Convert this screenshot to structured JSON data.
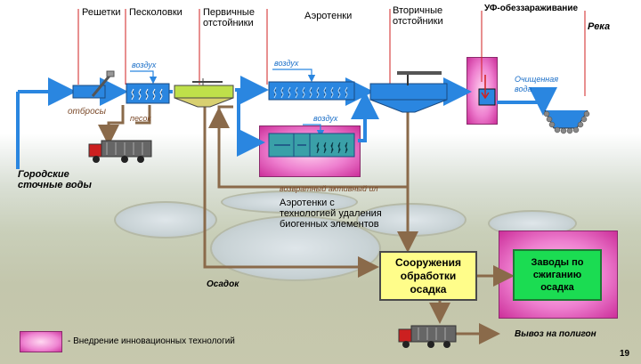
{
  "labels": {
    "grates": "Решетки",
    "sand_traps": "Песколовки",
    "primary_settlers": "Первичные\nотстойники",
    "aerotanks": "Аэротенки",
    "secondary_settlers": "Вторичные\nотстойники",
    "uv": "УФ-обеззараживание",
    "river": "Река",
    "city_waters": "Городские\nсточные воды",
    "waste": "отбросы",
    "sand": "песок",
    "air1": "воздух",
    "air2": "воздух",
    "air3": "воздух",
    "cleaned_water": "Очищенная\nвода",
    "return_sludge": "возвратный активный ил",
    "aerotanks_new": "Аэротенки с\nтехнологией удаления\nбиогенных элементов",
    "sludge": "Осадок",
    "treatment": "Сооружения\nобработки\nосадка",
    "incineration": "Заводы по\nсжиганию\nосадка",
    "landfill": "Вывоз на полигон",
    "legend": "- Внедрение инновационных технологий",
    "page": "19"
  },
  "colors": {
    "flow_blue": "#2a86e0",
    "sludge_brown": "#8a6a4a",
    "innovation_pink": "#e45bbf",
    "treatment_yellow": "#fffd8a",
    "incineration_green": "#1bdc52"
  },
  "icons": [
    "truck-icon",
    "grate-icon",
    "uv-lamp-icon",
    "river-basin-icon"
  ]
}
